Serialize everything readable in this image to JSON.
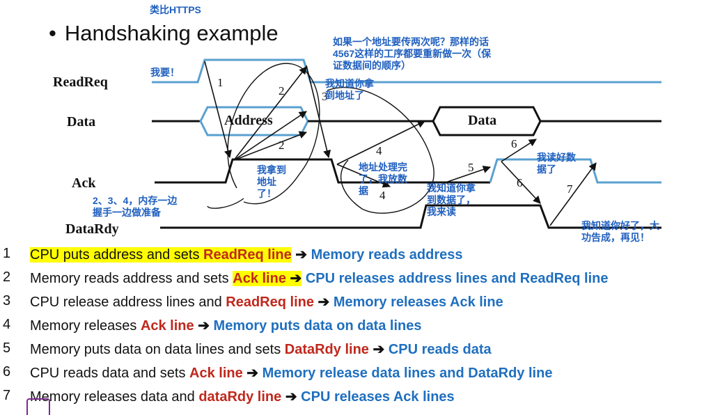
{
  "top_note": "类比HTTPS",
  "title": "Handshaking example",
  "bullet": "•",
  "signals": {
    "readreq": "ReadReq",
    "data": "Data",
    "ack": "Ack",
    "datardy": "DataRdy"
  },
  "bus_labels": {
    "address": "Address",
    "data": "Data"
  },
  "arrow_numbers": [
    "1",
    "2",
    "3",
    "2",
    "4",
    "4",
    "5",
    "6",
    "6",
    "7"
  ],
  "annotations": {
    "i_want": "我要！",
    "repeat_question": "如果一个地址要传两次呢？那样的话\n4567这样的工序都要重新做一次（保\n证数据间的顺序）",
    "i_know_you_got_addr": "我知道你拿\n到地址了",
    "i_got_it": "我拿到\n地址\n了！",
    "mem_prepare": "2、3、4，内存一边\n握手一边做准备",
    "addr_done": "地址处理完\n了，我放数\n据",
    "i_know_data": "我知道你拿\n到数据了，\n我来读",
    "i_read_data": "我读好数\n据了",
    "goodbye": "我知道你好了，大\n功告成，再见！"
  },
  "steps": [
    {
      "n": "1",
      "pre": "CPU puts address and sets ",
      "sig": "ReadReq line",
      "result": "Memory reads address"
    },
    {
      "n": "2",
      "pre": "Memory reads address and sets ",
      "sig": "Ack line",
      "result": "CPU releases address lines and ReadReq line"
    },
    {
      "n": "3",
      "pre": "CPU release address lines and ",
      "sig": "ReadReq line",
      "result": "Memory releases Ack line"
    },
    {
      "n": "4",
      "pre": "Memory releases ",
      "sig": "Ack line",
      "result": "Memory puts data on data lines"
    },
    {
      "n": "5",
      "pre": "Memory puts data on data lines and sets ",
      "sig": "DataRdy line",
      "result": "CPU reads data"
    },
    {
      "n": "6",
      "pre": "CPU reads data and sets ",
      "sig": "Ack line",
      "result": "Memory release data lines and DataRdy line"
    },
    {
      "n": "7",
      "pre": "Memory releases data and ",
      "sig": "dataRdy line",
      "result": "CPU releases Ack lines"
    }
  ],
  "arrow_glyph": "➔",
  "colors": {
    "signal_blue": "#5aa0d0",
    "annotation_blue": "#1f5fbf",
    "red": "#c0281c",
    "highlight": "#ffff00"
  }
}
